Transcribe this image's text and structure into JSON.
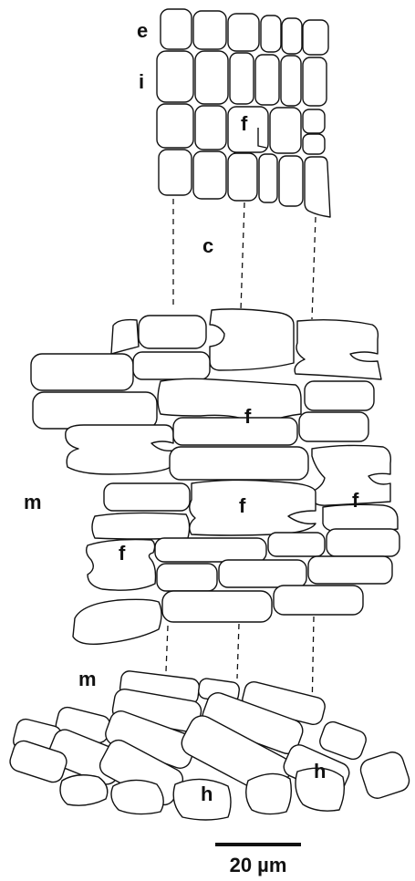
{
  "labels": {
    "e": "e",
    "i": "i",
    "c": "c",
    "m_middle": "m",
    "m_lower": "m",
    "f": "f",
    "h": "h"
  },
  "scale_bar": {
    "text": "20 µm"
  },
  "colors": {
    "line": "#111111",
    "background": "#ffffff"
  }
}
